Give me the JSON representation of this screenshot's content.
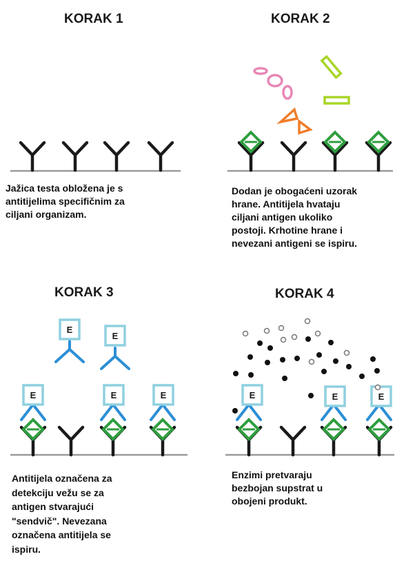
{
  "steps": [
    {
      "title": "KORAK 1",
      "lines": [
        "Jažica testa obložena je s",
        "antitijelima specifičnim za",
        "ciljani organizam."
      ]
    },
    {
      "title": "KORAK 2",
      "lines": [
        "Dodan je obogaćeni uzorak",
        "hrane. Antitijela hvataju",
        "ciljani antigen ukoliko",
        "postoji. Krhotine hrane i",
        "nevezani antigeni se ispiru."
      ]
    },
    {
      "title": "KORAK 3",
      "lines": [
        "Antitijela označena za",
        "detekciju vežu se za",
        "antigen stvarajući",
        "\"sendvič\". Nevezana",
        "označena antitijela se",
        "ispiru."
      ]
    },
    {
      "title": "KORAK 4",
      "lines": [
        "Enzimi pretvaraju",
        "bezbojan supstrat u",
        "obojeni produkt."
      ]
    }
  ],
  "enzyme_label": "E",
  "colors": {
    "antibody": "#1a1a1a",
    "antigen": "#2e9e3e",
    "detection_antibody": "#2c8fd6",
    "enzyme_box": "#8fd0e0",
    "debris_pink": "#e887b6",
    "debris_orange": "#f07d2a",
    "debris_lime": "#a8d628"
  }
}
